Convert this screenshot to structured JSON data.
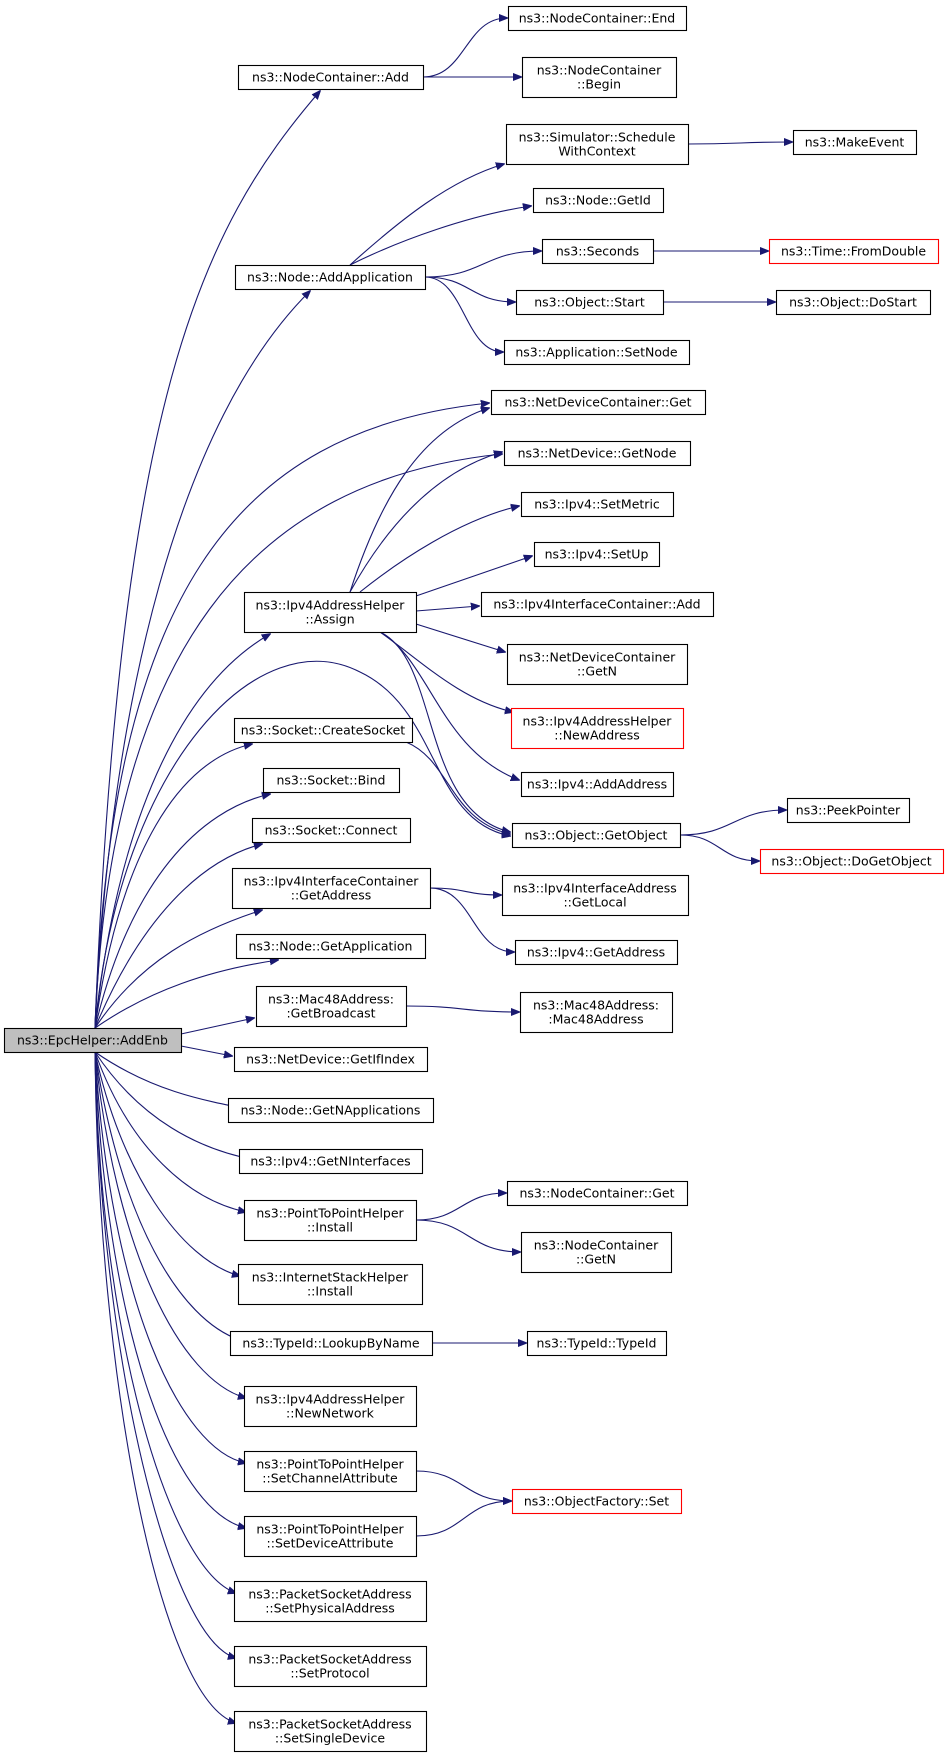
{
  "diagram": {
    "title": "",
    "colors": {
      "edge": "#191970",
      "box_border": "#000000",
      "truncated_border": "#ff0000",
      "root_fill": "#bfbfbf",
      "box_fill": "#ffffff"
    },
    "nodes": [
      {
        "id": "root",
        "lines": [
          "ns3::EpcHelper::AddEnb"
        ],
        "style": "root"
      },
      {
        "id": "nc_add",
        "lines": [
          "ns3::NodeContainer::Add"
        ]
      },
      {
        "id": "nc_end",
        "lines": [
          "ns3::NodeContainer::End"
        ]
      },
      {
        "id": "nc_begin",
        "lines": [
          "ns3::NodeContainer",
          "::Begin"
        ]
      },
      {
        "id": "sim_sched",
        "lines": [
          "ns3::Simulator::Schedule",
          "WithContext"
        ]
      },
      {
        "id": "make_event",
        "lines": [
          "ns3::MakeEvent"
        ]
      },
      {
        "id": "node_getid",
        "lines": [
          "ns3::Node::GetId"
        ]
      },
      {
        "id": "seconds",
        "lines": [
          "ns3::Seconds"
        ]
      },
      {
        "id": "time_fromdouble",
        "lines": [
          "ns3::Time::FromDouble"
        ],
        "style": "red"
      },
      {
        "id": "node_addapp",
        "lines": [
          "ns3::Node::AddApplication"
        ]
      },
      {
        "id": "obj_start",
        "lines": [
          "ns3::Object::Start"
        ]
      },
      {
        "id": "obj_dostart",
        "lines": [
          "ns3::Object::DoStart"
        ]
      },
      {
        "id": "app_setnode",
        "lines": [
          "ns3::Application::SetNode"
        ]
      },
      {
        "id": "ndc_get",
        "lines": [
          "ns3::NetDeviceContainer::Get"
        ]
      },
      {
        "id": "nd_getnode",
        "lines": [
          "ns3::NetDevice::GetNode"
        ]
      },
      {
        "id": "ipv4_setmetric",
        "lines": [
          "ns3::Ipv4::SetMetric"
        ]
      },
      {
        "id": "ipv4_setup",
        "lines": [
          "ns3::Ipv4::SetUp"
        ]
      },
      {
        "id": "ipv4ah_assign",
        "lines": [
          "ns3::Ipv4AddressHelper",
          "::Assign"
        ]
      },
      {
        "id": "ipv4ic_add",
        "lines": [
          "ns3::Ipv4InterfaceContainer::Add"
        ]
      },
      {
        "id": "ndc_getn",
        "lines": [
          "ns3::NetDeviceContainer",
          "::GetN"
        ]
      },
      {
        "id": "ipv4ah_newaddr",
        "lines": [
          "ns3::Ipv4AddressHelper",
          "::NewAddress"
        ],
        "style": "red"
      },
      {
        "id": "sock_create",
        "lines": [
          "ns3::Socket::CreateSocket"
        ]
      },
      {
        "id": "ipv4_addaddr",
        "lines": [
          "ns3::Ipv4::AddAddress"
        ]
      },
      {
        "id": "sock_bind",
        "lines": [
          "ns3::Socket::Bind"
        ]
      },
      {
        "id": "peekpointer",
        "lines": [
          "ns3::PeekPointer"
        ]
      },
      {
        "id": "obj_getobject",
        "lines": [
          "ns3::Object::GetObject"
        ]
      },
      {
        "id": "sock_connect",
        "lines": [
          "ns3::Socket::Connect"
        ]
      },
      {
        "id": "obj_dogetobject",
        "lines": [
          "ns3::Object::DoGetObject"
        ],
        "style": "red"
      },
      {
        "id": "ipv4ic_getaddr",
        "lines": [
          "ns3::Ipv4InterfaceContainer",
          "::GetAddress"
        ]
      },
      {
        "id": "ipv4ia_getlocal",
        "lines": [
          "ns3::Ipv4InterfaceAddress",
          "::GetLocal"
        ]
      },
      {
        "id": "node_getapp",
        "lines": [
          "ns3::Node::GetApplication"
        ]
      },
      {
        "id": "ipv4_getaddr",
        "lines": [
          "ns3::Ipv4::GetAddress"
        ]
      },
      {
        "id": "mac48_getbcast",
        "lines": [
          "ns3::Mac48Address:",
          ":GetBroadcast"
        ]
      },
      {
        "id": "mac48_ctor",
        "lines": [
          "ns3::Mac48Address:",
          ":Mac48Address"
        ]
      },
      {
        "id": "nd_getifindex",
        "lines": [
          "ns3::NetDevice::GetIfIndex"
        ]
      },
      {
        "id": "node_getnapps",
        "lines": [
          "ns3::Node::GetNApplications"
        ]
      },
      {
        "id": "ipv4_getnifs",
        "lines": [
          "ns3::Ipv4::GetNInterfaces"
        ]
      },
      {
        "id": "nc_get",
        "lines": [
          "ns3::NodeContainer::Get"
        ]
      },
      {
        "id": "p2p_install",
        "lines": [
          "ns3::PointToPointHelper",
          "::Install"
        ]
      },
      {
        "id": "nc_getn",
        "lines": [
          "ns3::NodeContainer",
          "::GetN"
        ]
      },
      {
        "id": "ish_install",
        "lines": [
          "ns3::InternetStackHelper",
          "::Install"
        ]
      },
      {
        "id": "typeid_lookup",
        "lines": [
          "ns3::TypeId::LookupByName"
        ]
      },
      {
        "id": "typeid_ctor",
        "lines": [
          "ns3::TypeId::TypeId"
        ]
      },
      {
        "id": "ipv4ah_newnet",
        "lines": [
          "ns3::Ipv4AddressHelper",
          "::NewNetwork"
        ]
      },
      {
        "id": "p2p_setchan",
        "lines": [
          "ns3::PointToPointHelper",
          "::SetChannelAttribute"
        ]
      },
      {
        "id": "objfactory_set",
        "lines": [
          "ns3::ObjectFactory::Set"
        ],
        "style": "red"
      },
      {
        "id": "p2p_setdev",
        "lines": [
          "ns3::PointToPointHelper",
          "::SetDeviceAttribute"
        ]
      },
      {
        "id": "psa_setphys",
        "lines": [
          "ns3::PacketSocketAddress",
          "::SetPhysicalAddress"
        ]
      },
      {
        "id": "psa_setproto",
        "lines": [
          "ns3::PacketSocketAddress",
          "::SetProtocol"
        ]
      },
      {
        "id": "psa_setsingle",
        "lines": [
          "ns3::PacketSocketAddress",
          "::SetSingleDevice"
        ]
      }
    ],
    "edges": [
      [
        "root",
        "nc_add"
      ],
      [
        "root",
        "node_addapp"
      ],
      [
        "root",
        "ndc_get"
      ],
      [
        "root",
        "nd_getnode"
      ],
      [
        "root",
        "ipv4ah_assign"
      ],
      [
        "root",
        "obj_getobject"
      ],
      [
        "root",
        "sock_create"
      ],
      [
        "root",
        "sock_bind"
      ],
      [
        "root",
        "sock_connect"
      ],
      [
        "root",
        "ipv4ic_getaddr"
      ],
      [
        "root",
        "node_getapp"
      ],
      [
        "root",
        "mac48_getbcast"
      ],
      [
        "root",
        "nd_getifindex"
      ],
      [
        "root",
        "node_getnapps"
      ],
      [
        "root",
        "ipv4_getnifs"
      ],
      [
        "root",
        "p2p_install"
      ],
      [
        "root",
        "ish_install"
      ],
      [
        "root",
        "typeid_lookup"
      ],
      [
        "root",
        "ipv4ah_newnet"
      ],
      [
        "root",
        "p2p_setchan"
      ],
      [
        "root",
        "p2p_setdev"
      ],
      [
        "root",
        "psa_setphys"
      ],
      [
        "root",
        "psa_setproto"
      ],
      [
        "root",
        "psa_setsingle"
      ],
      [
        "nc_add",
        "nc_end"
      ],
      [
        "nc_add",
        "nc_begin"
      ],
      [
        "node_addapp",
        "sim_sched"
      ],
      [
        "node_addapp",
        "node_getid"
      ],
      [
        "node_addapp",
        "seconds"
      ],
      [
        "node_addapp",
        "obj_start"
      ],
      [
        "node_addapp",
        "app_setnode"
      ],
      [
        "sim_sched",
        "make_event"
      ],
      [
        "seconds",
        "time_fromdouble"
      ],
      [
        "obj_start",
        "obj_dostart"
      ],
      [
        "ipv4ah_assign",
        "ndc_get"
      ],
      [
        "ipv4ah_assign",
        "nd_getnode"
      ],
      [
        "ipv4ah_assign",
        "ipv4_setmetric"
      ],
      [
        "ipv4ah_assign",
        "ipv4_setup"
      ],
      [
        "ipv4ah_assign",
        "ipv4ic_add"
      ],
      [
        "ipv4ah_assign",
        "ndc_getn"
      ],
      [
        "ipv4ah_assign",
        "ipv4ah_newaddr"
      ],
      [
        "ipv4ah_assign",
        "ipv4_addaddr"
      ],
      [
        "ipv4ah_assign",
        "obj_getobject"
      ],
      [
        "sock_create",
        "obj_getobject"
      ],
      [
        "obj_getobject",
        "peekpointer"
      ],
      [
        "obj_getobject",
        "obj_dogetobject"
      ],
      [
        "ipv4ic_getaddr",
        "ipv4ia_getlocal"
      ],
      [
        "ipv4ic_getaddr",
        "ipv4_getaddr"
      ],
      [
        "mac48_getbcast",
        "mac48_ctor"
      ],
      [
        "p2p_install",
        "nc_get"
      ],
      [
        "p2p_install",
        "nc_getn"
      ],
      [
        "typeid_lookup",
        "typeid_ctor"
      ],
      [
        "p2p_setchan",
        "objfactory_set"
      ],
      [
        "p2p_setdev",
        "objfactory_set"
      ]
    ]
  }
}
